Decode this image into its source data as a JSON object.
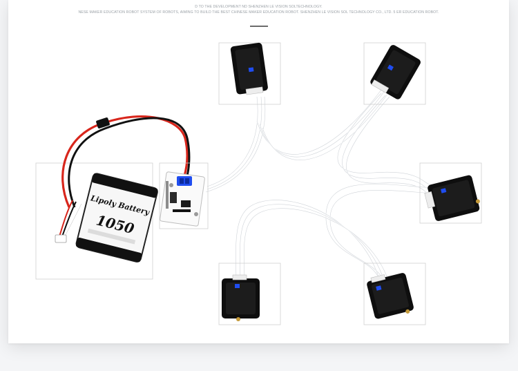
{
  "header": {
    "line1": "D TO THE DEVELOPMENT ND SHENZHEN LE VISION SOLTECHNOLOGY.",
    "line2": "NESE MAKER EDUCATION ROBOT SYSTEM OF ROBOTS, AIMING TO BUILD THE BEST CHINESE MAKER EDUCATION ROBOT. SHENZHEN LE VISION SOL TECHNOLOGY CO., LTD. 5 ER EDUCATION ROBOT."
  },
  "battery": {
    "brand": "Lipoly Battery",
    "capacity": "1050"
  },
  "colors": {
    "background": "#f4f5f7",
    "card": "#ffffff",
    "frame": "#cfcfcf",
    "servo": "#0e0e0e",
    "led": "#1f4df0",
    "wire_red": "#d8261c",
    "wire_black": "#111111"
  }
}
